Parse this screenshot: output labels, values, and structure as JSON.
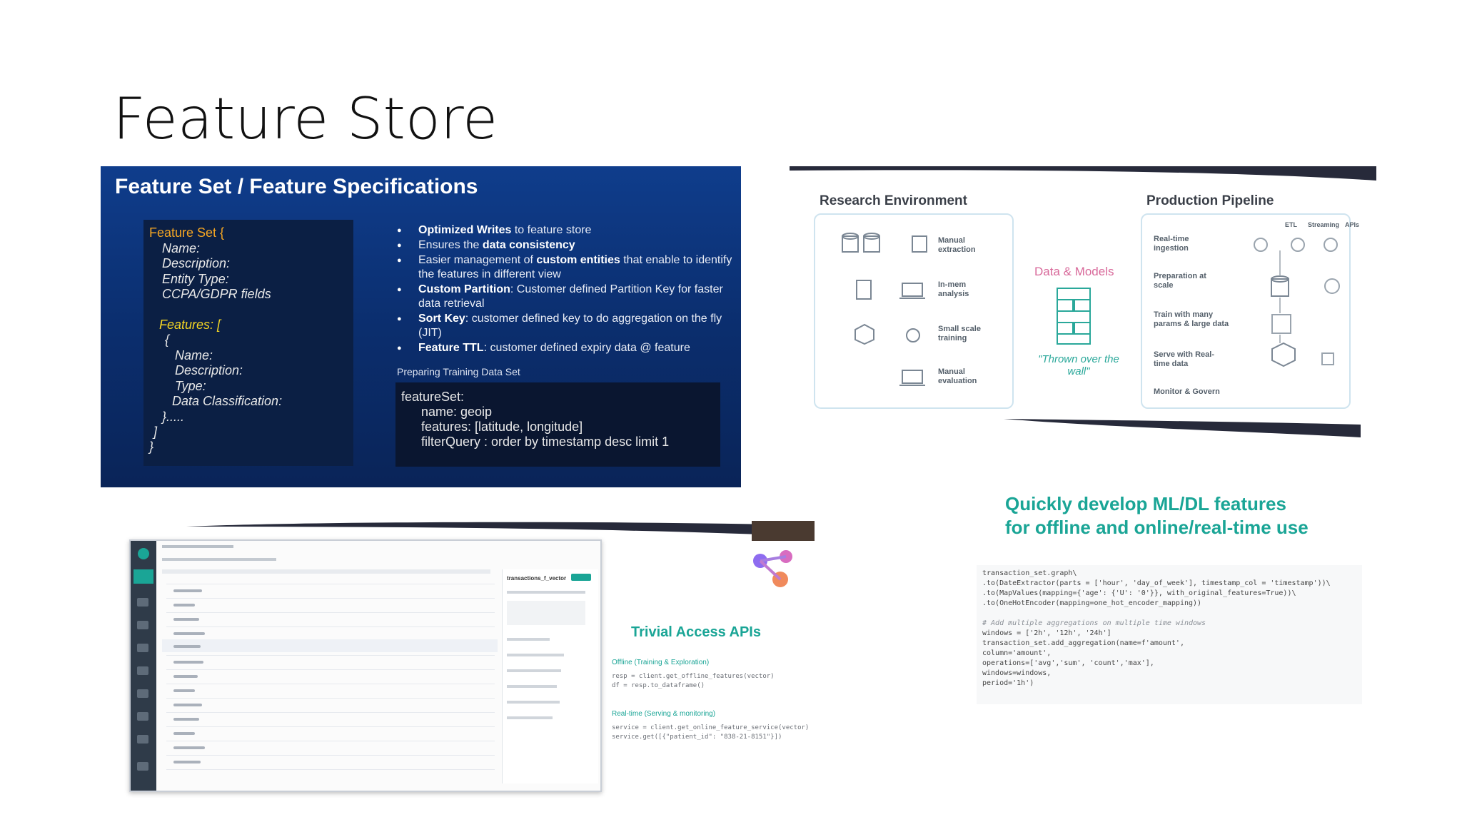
{
  "slide": {
    "title": "Feature Store"
  },
  "spec_panel": {
    "heading": "Feature Set / Feature Specifications",
    "code_lines": [
      "Feature Set {",
      "Name:",
      "Description:",
      "Entity Type:",
      "CCPA/GDPR fields",
      "Features: [",
      "{",
      "Name:",
      "Description:",
      "Type:",
      "Data Classification:",
      "}.....",
      "]",
      "}"
    ],
    "bullets": [
      {
        "bold": "Optimized Writes",
        "text": " to feature store"
      },
      {
        "pre": "Ensures the ",
        "bold": "data consistency",
        "text": ""
      },
      {
        "pre": "Easier management of ",
        "bold": "custom entities",
        "text": " that enable to identify the features in different view"
      },
      {
        "bold": "Custom Partition",
        "text": ": Customer defined Partition Key for faster data retrieval"
      },
      {
        "bold": "Sort Key",
        "text": ": customer defined key to do aggregation on the fly (JIT)"
      },
      {
        "bold": "Feature TTL",
        "text": ": customer defined expiry data @ feature"
      }
    ],
    "prep_label": "Preparing Training Data Set",
    "featureset_lines": [
      "featureSet:",
      "name: geoip",
      "features: [latitude, longitude]",
      "filterQuery : order by timestamp desc limit 1"
    ]
  },
  "pipeline_panel": {
    "research_title": "Research Environment",
    "production_title": "Production Pipeline",
    "research_steps": [
      "Manual extraction",
      "In-mem analysis",
      "Small scale training",
      "Manual evaluation"
    ],
    "production_steps": [
      "Real-time ingestion",
      "Preparation at scale",
      "Train with many params & large data",
      "Serve with Real-time data",
      "Monitor & Govern"
    ],
    "production_columns": [
      "ETL",
      "Streaming",
      "APIs"
    ],
    "middle_label": "Data & Models",
    "thrown_label": "\"Thrown over the wall\""
  },
  "ui_panel": {
    "apis_title": "Trivial Access APIs",
    "offline_label": "Offline (Training & Exploration)",
    "offline_code": [
      "resp = client.get_offline_features(vector)",
      "df = resp.to_dataframe()"
    ],
    "realtime_label": "Real-time (Serving & monitoring)",
    "realtime_code": [
      "service = client.get_online_feature_service(vector)",
      "service.get([{\"patient_id\": \"838-21-8151\"}])"
    ],
    "right_panel_title": "transactions_f_vector"
  },
  "quick_panel": {
    "title_line1": "Quickly develop ML/DL features",
    "title_line2": "for offline and online/real-time use",
    "code_lines": [
      "transaction_set.graph\\",
      "    .to(DateExtractor(parts = ['hour', 'day_of_week'], timestamp_col = 'timestamp'))\\",
      "    .to(MapValues(mapping={'age': {'U': '0'}}, with_original_features=True))\\",
      "    .to(OneHotEncoder(mapping=one_hot_encoder_mapping))",
      "",
      "# Add multiple aggregations on multiple time windows",
      "windows = ['2h', '12h', '24h']",
      "transaction_set.add_aggregation(name=f'amount',",
      "                                column='amount',",
      "                                operations=['avg','sum', 'count','max'],",
      "                                windows=windows,",
      "                                period='1h')"
    ]
  },
  "colors": {
    "spec_bg": "#0f3d8c",
    "teal": "#1aa596",
    "pink": "#d8699a",
    "dark_wave": "#272a3a"
  }
}
